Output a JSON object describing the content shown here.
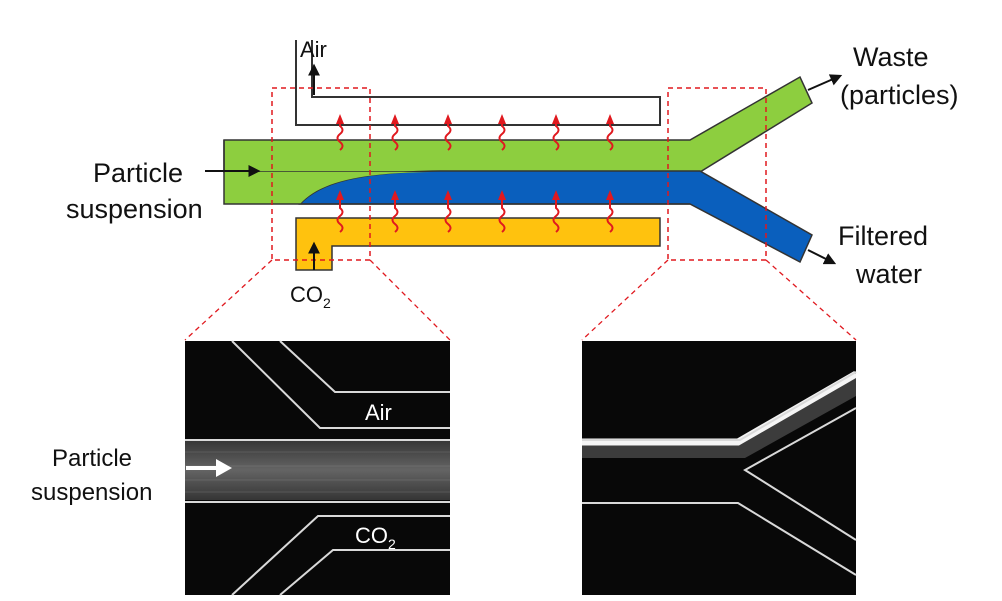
{
  "labels": {
    "air_top": "Air",
    "particle_line1": "Particle",
    "particle_line2": "suspension",
    "co2_base": "CO",
    "co2_sub": "2",
    "waste_line1": "Waste",
    "waste_line2": "(particles)",
    "filtered_line1": "Filtered",
    "filtered_line2": "water",
    "micro_air": "Air",
    "micro_co2_base": "CO",
    "micro_co2_sub": "2",
    "micro_particle_line1": "Particle",
    "micro_particle_line2": "suspension"
  },
  "colors": {
    "suspension_channel": "#8dce3f",
    "filtered_stream": "#0a5fbd",
    "co2_channel": "#ffc20e",
    "air_channel": "#ffffff",
    "diffusion_arrow": "#e0191f",
    "zoom_box": "#e0191f",
    "micrograph_bg": "#080808",
    "channel_wall": "#d9d9d9"
  }
}
